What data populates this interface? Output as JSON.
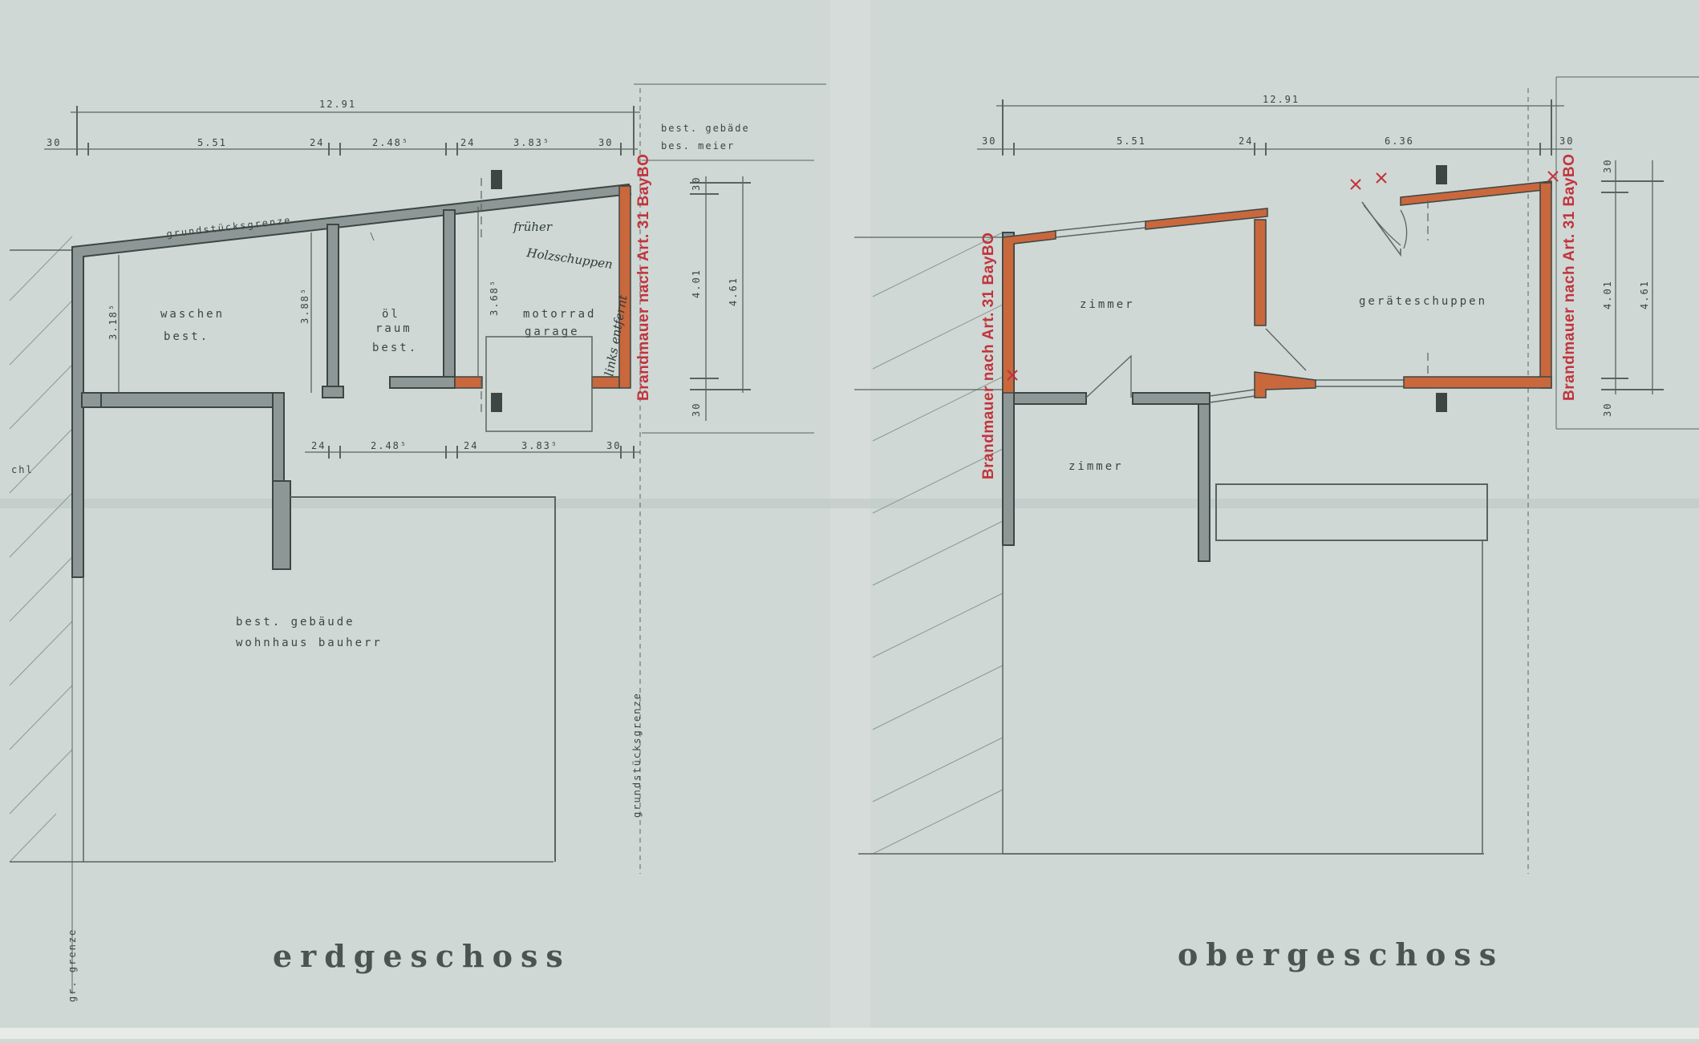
{
  "colors": {
    "paper": "#cfd8d4",
    "wall": "#8d9896",
    "wall_outline": "#3c4644",
    "new_wall": "#c9683d",
    "line": "#59645f",
    "red_text": "#c2333d"
  },
  "ground_floor": {
    "title": "erdgeschoss",
    "property_line": "grundstücksgrenze",
    "property_line_vertical": "grundstücksgrenze",
    "border_label": "gr. grenze",
    "left_edge_text": "chl",
    "neighbor_building": [
      "best. gebäde",
      "bes. meier"
    ],
    "rooms": {
      "laundry": [
        "waschen",
        "best."
      ],
      "oil_room": [
        "öl",
        "raum",
        "best."
      ],
      "garage": [
        "motorrad",
        "garage"
      ],
      "existing_building": [
        "best. gebäude",
        "wohnhaus bauherr"
      ]
    },
    "handwritten_note": [
      "früher",
      "Holzschuppen",
      "links entfernt"
    ],
    "firewall_label": "Brandmauer nach Art. 31 BayBO",
    "dims_top_total": "12.91",
    "dims_top": [
      "30",
      "5.51",
      "24",
      "2.48⁵",
      "24",
      "3.83⁵",
      "30"
    ],
    "dims_bottom": [
      "24",
      "2.48⁵",
      "24",
      "3.83⁵",
      "30"
    ],
    "dims_right": [
      "30",
      "4.01",
      "4.61",
      "30"
    ],
    "dims_inner": [
      "3.18⁵",
      "3.88⁵",
      "3.68⁵"
    ]
  },
  "upper_floor": {
    "title": "obergeschoss",
    "rooms": {
      "room_upper": "zimmer",
      "room_lower": "zimmer",
      "shed": "geräteschuppen"
    },
    "firewall_left": "Brandmauer nach Art. 31 BayBO",
    "firewall_right": "Brandmauer nach Art. 31 BayBO",
    "dims_top_total": "12.91",
    "dims_top": [
      "30",
      "5.51",
      "24",
      "6.36",
      "30"
    ],
    "dims_right": [
      "30",
      "4.01",
      "4.61",
      "30"
    ]
  }
}
